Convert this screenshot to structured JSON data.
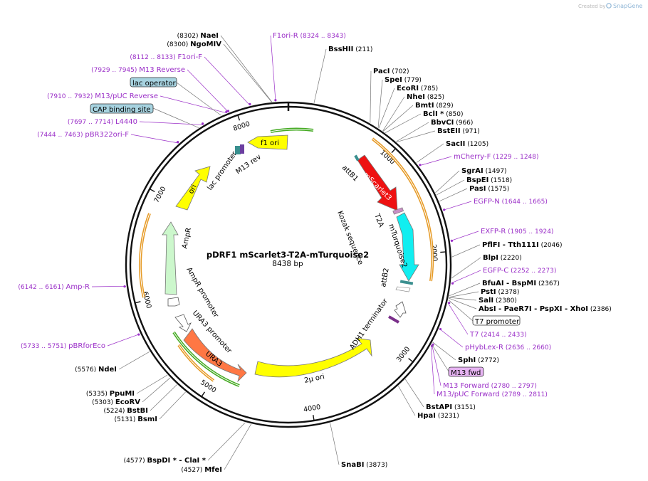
{
  "credit": {
    "created_by": "Created by",
    "brand": "SnapGene",
    "icon": "snapgene-logo-icon"
  },
  "plasmid": {
    "name": "pDRF1 mScarlet3-T2A-mTurquoise2",
    "length_label": "8438 bp",
    "length": 8438
  },
  "ticks": [
    {
      "pos": 1000,
      "label": "1000"
    },
    {
      "pos": 2000,
      "label": "2000"
    },
    {
      "pos": 3000,
      "label": "3000"
    },
    {
      "pos": 4000,
      "label": "4000"
    },
    {
      "pos": 5000,
      "label": "5000"
    },
    {
      "pos": 6000,
      "label": "6000"
    },
    {
      "pos": 7000,
      "label": "7000"
    },
    {
      "pos": 8000,
      "label": "8000"
    }
  ],
  "sites": [
    {
      "pre": "(8302)",
      "name": "NaeI",
      "post": "",
      "bp": 8302
    },
    {
      "pre": "(8300)",
      "name": "NgoMIV",
      "post": "",
      "bp": 8300
    },
    {
      "pre": "",
      "name": "BssHII",
      "post": "(211)",
      "bp": 211
    },
    {
      "pre": "",
      "name": "PacI",
      "post": "(702)",
      "bp": 702
    },
    {
      "pre": "",
      "name": "SpeI",
      "post": "(779)",
      "bp": 779
    },
    {
      "pre": "",
      "name": "EcoRI",
      "post": "(785)",
      "bp": 785
    },
    {
      "pre": "",
      "name": "NheI",
      "post": "(825)",
      "bp": 825
    },
    {
      "pre": "",
      "name": "BmtI",
      "post": "(829)",
      "bp": 829
    },
    {
      "pre": "",
      "name": "BclI *",
      "post": "(850)",
      "bp": 850
    },
    {
      "pre": "",
      "name": "BbvCI",
      "post": "(966)",
      "bp": 966
    },
    {
      "pre": "",
      "name": "BstEII",
      "post": "(971)",
      "bp": 971
    },
    {
      "pre": "",
      "name": "SacII",
      "post": "(1205)",
      "bp": 1205
    },
    {
      "pre": "",
      "name": "SgrAI",
      "post": "(1497)",
      "bp": 1497
    },
    {
      "pre": "",
      "name": "BspEI",
      "post": "(1518)",
      "bp": 1518
    },
    {
      "pre": "",
      "name": "PasI",
      "post": "(1575)",
      "bp": 1575
    },
    {
      "pre": "",
      "name": "PflFI  - Tth111I",
      "post": "(2046)",
      "bp": 2046
    },
    {
      "pre": "",
      "name": "BlpI",
      "post": "(2220)",
      "bp": 2220
    },
    {
      "pre": "",
      "name": "BfuAI  - BspMI",
      "post": "(2367)",
      "bp": 2367
    },
    {
      "pre": "",
      "name": "PstI",
      "post": "(2378)",
      "bp": 2378
    },
    {
      "pre": "",
      "name": "SalI",
      "post": "(2380)",
      "bp": 2380
    },
    {
      "pre": "",
      "name": "AbsI  - PaeR7I  - PspXI  - XhoI",
      "post": "(2386)",
      "bp": 2386
    },
    {
      "pre": "",
      "name": "SphI",
      "post": "(2772)",
      "bp": 2772
    },
    {
      "pre": "",
      "name": "BstAPI",
      "post": "(3151)",
      "bp": 3151
    },
    {
      "pre": "",
      "name": "HpaI",
      "post": "(3231)",
      "bp": 3231
    },
    {
      "pre": "",
      "name": "SnaBI",
      "post": "(3873)",
      "bp": 3873
    },
    {
      "pre": "(4577)",
      "name": "BspDI *  - ClaI *",
      "post": "",
      "bp": 4577
    },
    {
      "pre": "(4527)",
      "name": "MfeI",
      "post": "",
      "bp": 4527
    },
    {
      "pre": "(5131)",
      "name": "BsmI",
      "post": "",
      "bp": 5131
    },
    {
      "pre": "(5224)",
      "name": "BstBI",
      "post": "",
      "bp": 5224
    },
    {
      "pre": "(5303)",
      "name": "EcoRV",
      "post": "",
      "bp": 5303
    },
    {
      "pre": "(5335)",
      "name": "PpuMI",
      "post": "",
      "bp": 5335
    },
    {
      "pre": "(5576)",
      "name": "NdeI",
      "post": "",
      "bp": 5576
    }
  ],
  "primers": [
    {
      "pre": "",
      "name": "F1ori-R",
      "post": "(8324 .. 8343)",
      "bp": 8333
    },
    {
      "pre": "(8112 .. 8133)",
      "name": "F1ori-F",
      "post": "",
      "bp": 8122
    },
    {
      "pre": "(7929 .. 7945)",
      "name": "M13 Reverse",
      "post": "",
      "bp": 7937
    },
    {
      "pre": "(7910 .. 7932)",
      "name": "M13/pUC Reverse",
      "post": "",
      "bp": 7921
    },
    {
      "pre": "(7697 .. 7714)",
      "name": "L4440",
      "post": "",
      "bp": 7705
    },
    {
      "pre": "(7444 .. 7463)",
      "name": "pBR322ori-F",
      "post": "",
      "bp": 7453
    },
    {
      "pre": "",
      "name": "mCherry-F",
      "post": "(1229 .. 1248)",
      "bp": 1238
    },
    {
      "pre": "",
      "name": "EGFP-N",
      "post": "(1644 .. 1665)",
      "bp": 1654
    },
    {
      "pre": "",
      "name": "EXFP-R",
      "post": "(1905 .. 1924)",
      "bp": 1914
    },
    {
      "pre": "",
      "name": "EGFP-C",
      "post": "(2252 .. 2273)",
      "bp": 2262
    },
    {
      "pre": "",
      "name": "T7",
      "post": "(2414 .. 2433)",
      "bp": 2423
    },
    {
      "pre": "",
      "name": "pHybLex-R",
      "post": "(2636 .. 2660)",
      "bp": 2648
    },
    {
      "pre": "",
      "name": "M13 Forward",
      "post": "(2780 .. 2797)",
      "bp": 2788
    },
    {
      "pre": "",
      "name": "M13/pUC Forward",
      "post": "(2789 .. 2811)",
      "bp": 2800
    },
    {
      "pre": "(6142 .. 6161)",
      "name": "Amp-R",
      "post": "",
      "bp": 6151
    },
    {
      "pre": "(5733 .. 5751)",
      "name": "pBRforEco",
      "post": "",
      "bp": 5742
    }
  ],
  "boxed_features": [
    {
      "name": "lac operator",
      "fill": "#a7d3e0"
    },
    {
      "name": "CAP binding site",
      "fill": "#a7d3e0"
    },
    {
      "name": "T7 promoter",
      "fill": "#ffffff"
    },
    {
      "name": "M13 fwd",
      "fill": "#e6b3f2"
    }
  ],
  "features": [
    {
      "name": "f1 ori",
      "color": "#ffff00"
    },
    {
      "name": "mScarlet3",
      "color": "#ee1111"
    },
    {
      "name": "mTurquoise2",
      "color": "#11eef0"
    },
    {
      "name": "2μ ori",
      "color": "#ffff00"
    },
    {
      "name": "URA3",
      "color": "#ff7744"
    },
    {
      "name": "AmpR",
      "color": "#ccf7cc"
    },
    {
      "name": "ori",
      "color": "#ffff00"
    }
  ],
  "labels": {
    "attB1": "attB1",
    "attB2": "attB2",
    "T2A": "T2A",
    "kozak": "Kozak sequence",
    "adh1": "ADH1 terminator",
    "ura3_prom": "URA3 promoter",
    "ampr_prom": "AmpR promoter",
    "lac_prom": "lac promoter",
    "m13rev": "M13 rev"
  },
  "colors": {
    "primer": "#9b30c8",
    "orf": "#e69a25",
    "orf_green": "#44aa22",
    "backbone": "#111111"
  }
}
